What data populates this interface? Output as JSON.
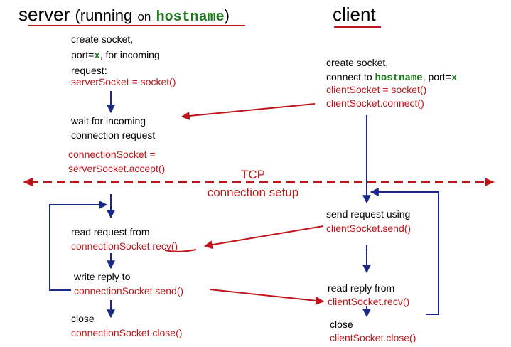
{
  "colors": {
    "red": "#c0161b",
    "blue": "#1a2a8a",
    "code_green": "#1f7a1f",
    "text": "#000000"
  },
  "server_header": {
    "word": "server",
    "paren_open": "(running",
    "on": "on",
    "hostname": "hostname",
    "paren_close": ")"
  },
  "client_header": "client",
  "server": {
    "create_line1": "create socket,",
    "create_line2_pre": "port=",
    "create_line2_x": "x",
    "create_line2_post": ", for incoming",
    "create_line3": "request:",
    "server_socket_code": "serverSocket = socket()",
    "wait_line1": "wait for incoming",
    "wait_line2": "connection request",
    "accept_line1": "connectionSocket =",
    "accept_line2": "serverSocket.accept()",
    "read_label": "read request from",
    "read_code": "connectionSocket.recv()",
    "write_label": "write reply to",
    "write_code": "connectionSocket.send()",
    "close_label": "close",
    "close_code": "connectionSocket.close()"
  },
  "client": {
    "create_line1": "create socket,",
    "connect_pre": "connect to ",
    "connect_hostname": "hostname",
    "connect_mid": ", port=",
    "connect_x": "x",
    "socket_code": "clientSocket = socket()",
    "connect_code": "clientSocket.connect()",
    "send_label": "send request using",
    "send_code": "clientSocket.send()",
    "read_label": "read reply from",
    "read_code": "clientSocket.recv()",
    "close_label": "close",
    "close_code": "clientSocket.close()"
  },
  "tcp": {
    "line1": "TCP",
    "line2": "connection setup"
  }
}
